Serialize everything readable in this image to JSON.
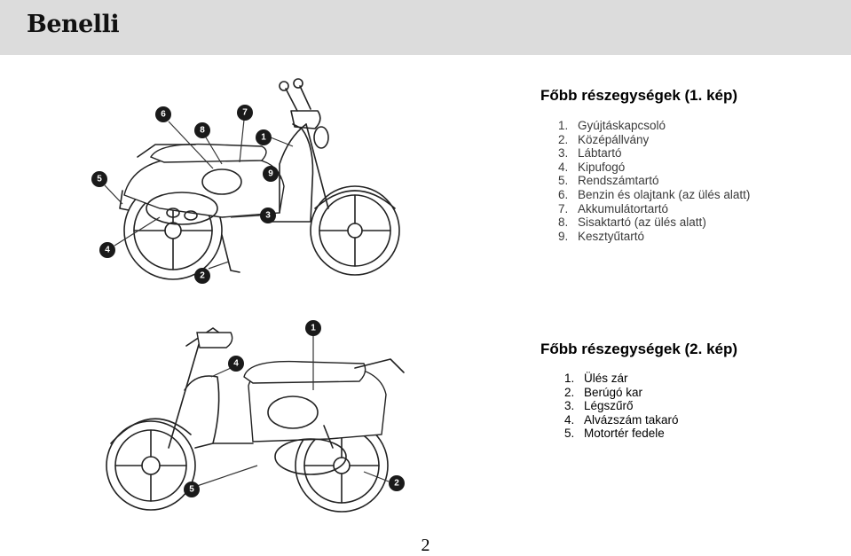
{
  "header": {
    "brand": "Benelli"
  },
  "section1": {
    "title": "Főbb részegységek (1. kép)",
    "items": [
      {
        "num": "1.",
        "label": "Gyújtáskapcsoló"
      },
      {
        "num": "2.",
        "label": "Középállvány"
      },
      {
        "num": "3.",
        "label": "Lábtartó"
      },
      {
        "num": "4.",
        "label": "Kipufogó"
      },
      {
        "num": "5.",
        "label": "Rendszámtartó"
      },
      {
        "num": "6.",
        "label": "Benzin és olajtank (az ülés alatt)"
      },
      {
        "num": "7.",
        "label": "Akkumulátortartó"
      },
      {
        "num": "8.",
        "label": "Sisaktartó (az ülés alatt)"
      },
      {
        "num": "9.",
        "label": "Kesztyűtartó"
      }
    ]
  },
  "section2": {
    "title": "Főbb részegységek (2. kép)",
    "items": [
      {
        "num": "1.",
        "label": "Ülés zár"
      },
      {
        "num": "2.",
        "label": "Berúgó kar"
      },
      {
        "num": "3.",
        "label": "Légszűrő"
      },
      {
        "num": "4.",
        "label": "Alvázszám takaró"
      },
      {
        "num": "5.",
        "label": "Motortér fedele"
      }
    ]
  },
  "figure1_callouts": [
    "1",
    "2",
    "3",
    "4",
    "5",
    "6",
    "7",
    "8",
    "9"
  ],
  "figure2_callouts": [
    "1",
    "2",
    "4",
    "5"
  ],
  "page_number": "2"
}
